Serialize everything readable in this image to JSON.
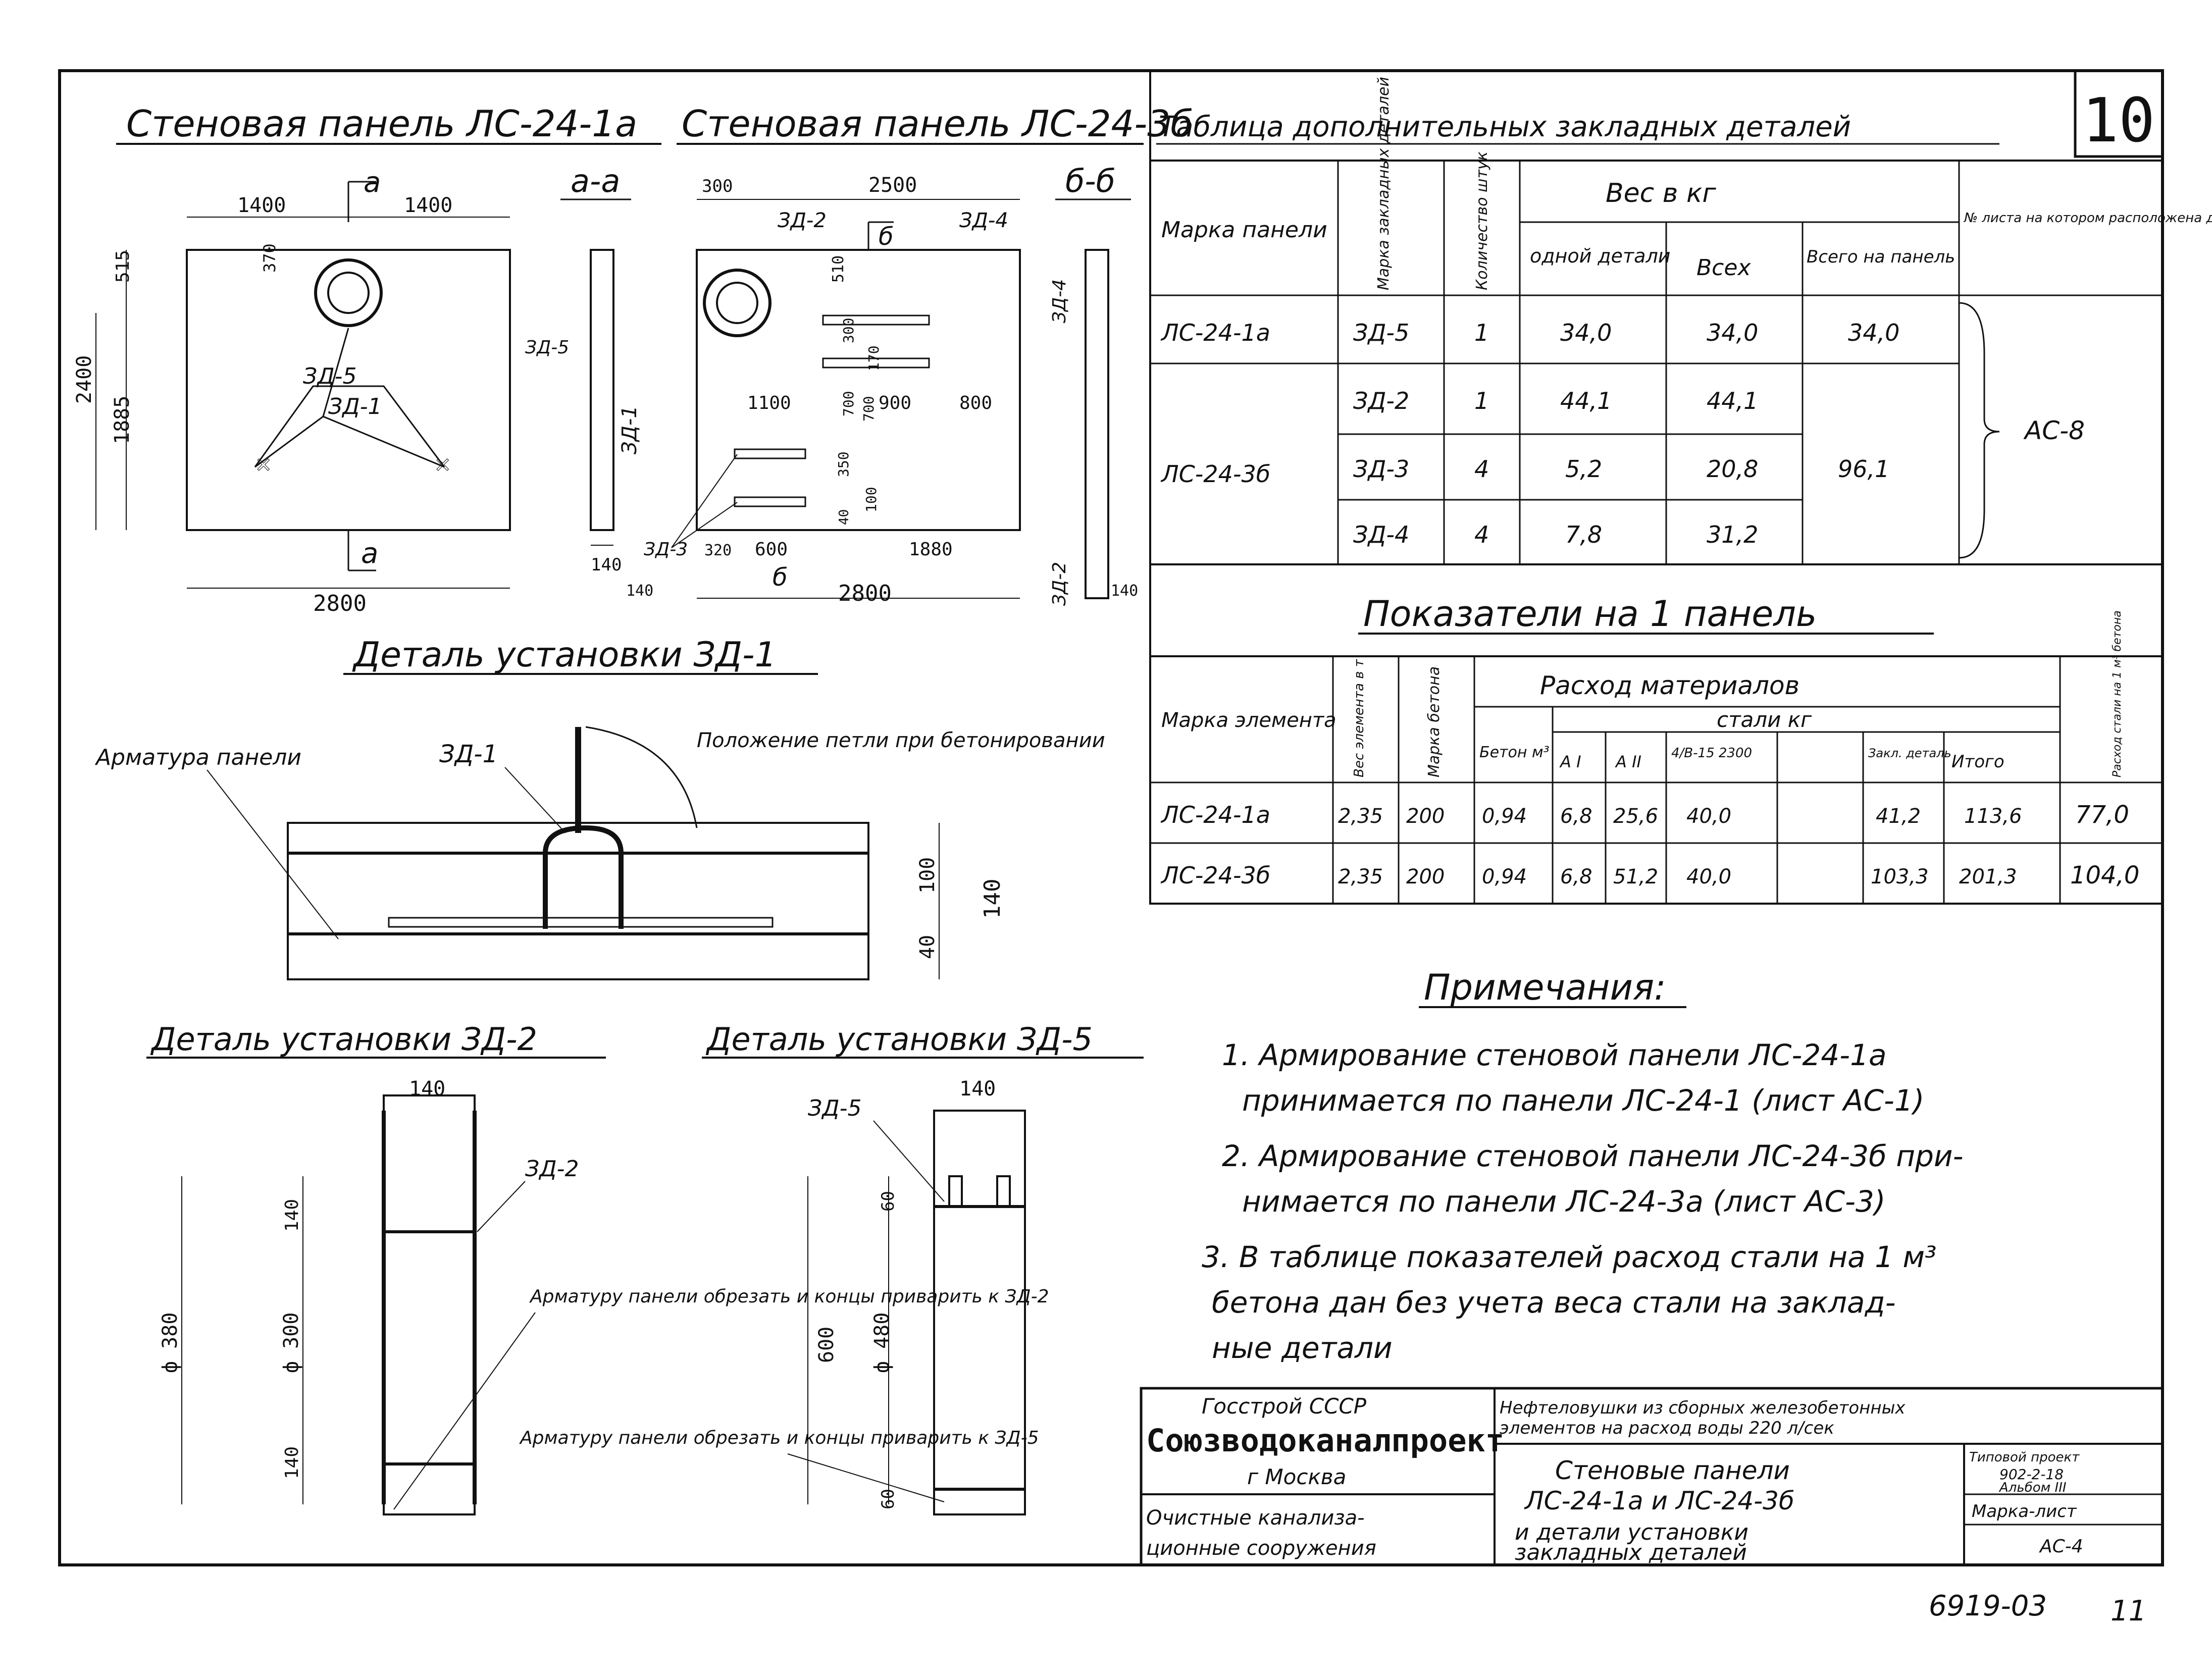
{
  "sheet_number": "10",
  "panel1": {
    "title": "Стеновая панель ЛС-24-1а",
    "section_label": "а-а",
    "section_mark": "а",
    "dims": {
      "left": "1400",
      "right": "1400",
      "total_width": "2800",
      "height": "2400",
      "lower": "1885",
      "upper": "515",
      "radius": "370",
      "thickness": "140"
    },
    "labels": {
      "zd5": "ЗД-5",
      "zd1": "ЗД-1",
      "zd5_side": "ЗД-5",
      "zd1_side": "ЗД-1"
    }
  },
  "panel3": {
    "title": "Стеновая панель ЛС-24-3б",
    "section_label": "б-б",
    "section_mark": "б",
    "dims": {
      "d300": "300",
      "d2500": "2500",
      "d510": "510",
      "d1100": "1100",
      "d900": "900",
      "d800": "800",
      "d320": "320",
      "d600": "600",
      "d1880": "1880",
      "total_width": "2800",
      "d140": "140",
      "d700a": "700",
      "d700b": "700",
      "d300v": "300",
      "d350": "350",
      "d100": "100",
      "d40": "40",
      "d170": "170",
      "d140s": "140"
    },
    "labels": {
      "zd2": "ЗД-2",
      "zd4": "ЗД-4",
      "zd3": "ЗД-3",
      "zd4_side": "ЗД-4",
      "zd2_side": "ЗД-2"
    }
  },
  "table1": {
    "title": "Таблица дополнительных закладных деталей",
    "headers": {
      "mark": "Марка панели",
      "embed": "Марка закладных деталей",
      "qty": "Количество штук",
      "weight": "Вес в кг",
      "one": "одной детали",
      "all": "Всех",
      "total": "Всего на панель",
      "sheet": "№ листа на котором расположена деталь"
    },
    "rows": [
      {
        "panel": "ЛС-24-1а",
        "detail": "ЗД-5",
        "qty": "1",
        "one": "34,0",
        "all": "34,0",
        "total": "34,0"
      },
      {
        "panel": "ЛС-24-3б",
        "detail": "ЗД-2",
        "qty": "1",
        "one": "44,1",
        "all": "44,1",
        "total": "96,1"
      },
      {
        "detail": "ЗД-3",
        "qty": "4",
        "one": "5,2",
        "all": "20,8"
      },
      {
        "detail": "ЗД-4",
        "qty": "4",
        "one": "7,8",
        "all": "31,2"
      }
    ],
    "sheet_ref": "АС-8"
  },
  "table2": {
    "title": "Показатели на 1 панель",
    "headers": {
      "mark": "Марка элемента",
      "weight": "Вес элемента в т",
      "concrete_grade": "Марка бетона",
      "consumption": "Расход материалов",
      "steel": "стали кг",
      "concrete": "Бетон м³",
      "a1": "А I",
      "a2": "А II",
      "wire": "4/В-15 2300",
      "embed": "Закл. деталь",
      "itogo": "Итого",
      "per_m3": "Расход стали на 1 м³ бетона"
    },
    "rows": [
      {
        "mark": "ЛС-24-1а",
        "weight": "2,35",
        "grade": "200",
        "concrete": "0,94",
        "a1": "6,8",
        "a2": "25,6",
        "wire": "40,0",
        "blank": "",
        "embed": "41,2",
        "itogo": "113,6",
        "per_m3": "77,0"
      },
      {
        "mark": "ЛС-24-3б",
        "weight": "2,35",
        "grade": "200",
        "concrete": "0,94",
        "a1": "6,8",
        "a2": "51,2",
        "wire": "40,0",
        "blank": "",
        "embed": "103,3",
        "itogo": "201,3",
        "per_m3": "104,0"
      }
    ]
  },
  "detail1": {
    "title": "Деталь установки ЗД-1",
    "labels": {
      "rebar": "Арматура панели",
      "zd1": "ЗД-1",
      "loop": "Положение петли при бетонировании",
      "d100": "100",
      "d40": "40",
      "d140": "140"
    }
  },
  "detail2": {
    "title": "Деталь установки ЗД-2",
    "labels": {
      "d140": "140",
      "zd2": "ЗД-2",
      "dia": "ф 380",
      "d300": "ф 300",
      "d140a": "140",
      "d140b": "140",
      "note1": "Арматуру панели обрезать и концы приварить к ЗД-2"
    }
  },
  "detail5": {
    "title": "Деталь установки ЗД-5",
    "labels": {
      "zd5": "ЗД-5",
      "d140": "140",
      "d60a": "60",
      "d60b": "60",
      "d600": "600",
      "dia": "ф 480",
      "note": "Арматуру панели обрезать и концы приварить к ЗД-5"
    }
  },
  "notes": {
    "title": "Примечания:",
    "items": [
      "1. Армирование стеновой панели ЛС-24-1а",
      "принимается по панели ЛС-24-1 (лист АС-1)",
      "2. Армирование стеновой панели ЛС-24-3б при-",
      "нимается по панели ЛС-24-3а (лист АС-3)",
      "3. В таблице показателей расход стали на 1 м³",
      "бетона дан без учета веса стали на заклад-",
      "ные детали"
    ]
  },
  "stamp": {
    "org1": "Госстрой СССР",
    "org2": "Союзводоканалпроект",
    "city": "г Москва",
    "subject1": "Очистные канализа-",
    "subject2": "ционные сооружения",
    "project1": "Нефтеловушки из сборных железобетонных",
    "project2": "элементов на расход воды 220 л/сек",
    "sheet1": "Стеновые панели",
    "sheet2": "ЛС-24-1а и ЛС-24-3б",
    "sheet3": "и детали установки",
    "sheet4": "закладных деталей",
    "type_project": "Типовой проект",
    "type_number": "902-2-18",
    "album": "Альбом III",
    "mark_sheet": "Марка-лист",
    "mark_value": "АС-4"
  },
  "footer": {
    "code": "6919-03",
    "page": "11"
  }
}
